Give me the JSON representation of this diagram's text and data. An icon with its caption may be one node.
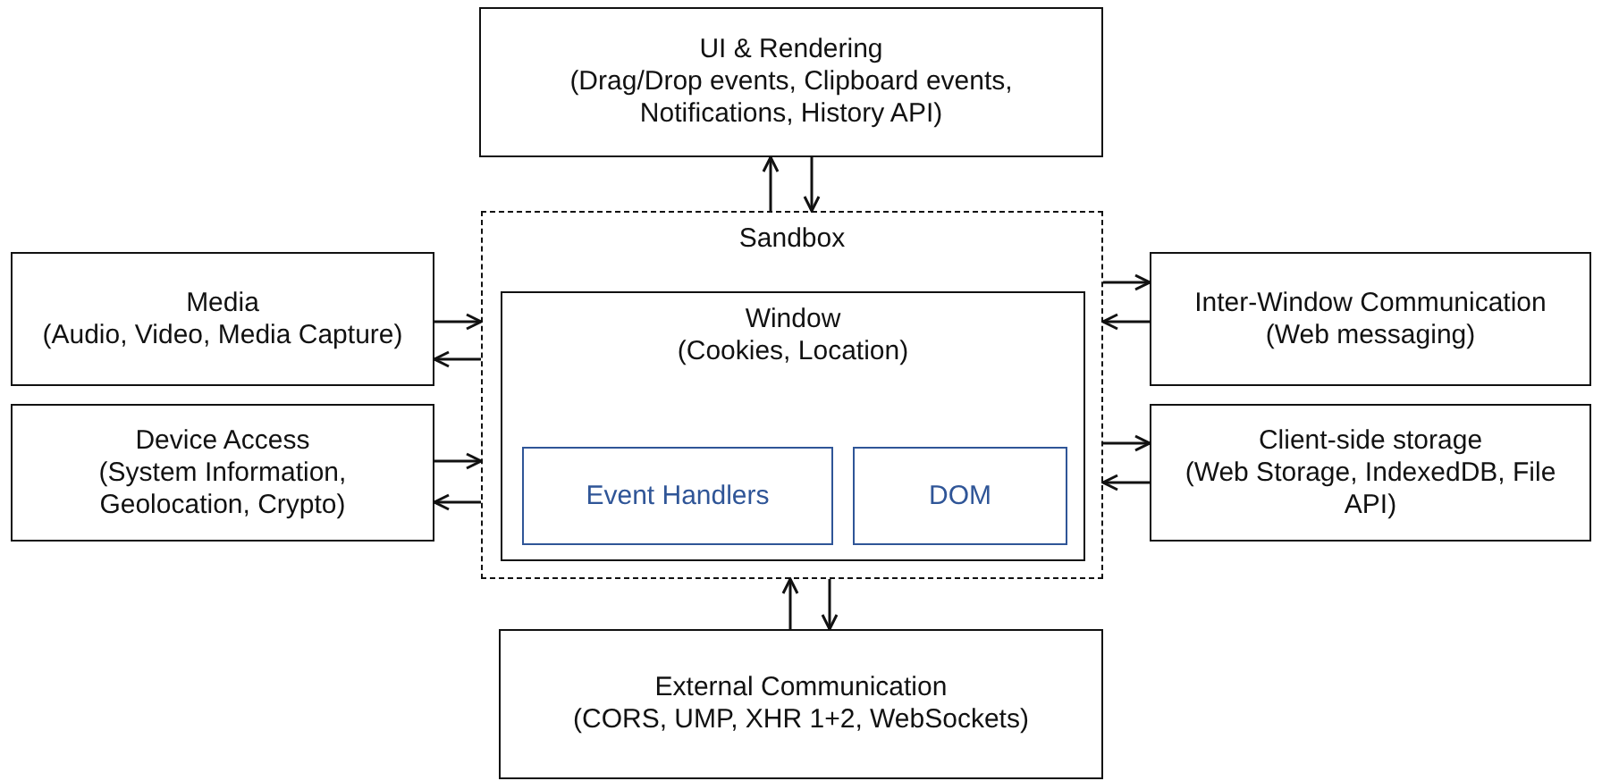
{
  "diagram": {
    "nodes": [
      {
        "text": [
          "UI & Rendering",
          "(Drag/Drop events, Clipboard events, Notifications, History API)"
        ]
      },
      {
        "text": [
          "Sandbox"
        ]
      },
      {
        "text": [
          "Window",
          "(Cookies, Location)"
        ],
        "in": 1
      },
      {
        "text": [
          "Event Handlers"
        ],
        "in": 2
      },
      {
        "text": [
          "DOM"
        ],
        "in": 2
      },
      {
        "text": [
          "Media",
          "(Audio, Video, Media Capture)"
        ]
      },
      {
        "text": [
          "Device Access",
          "(System Information, Geolocation, Crypto)"
        ]
      },
      {
        "text": [
          "Inter-Window Communication",
          "(Web messaging)"
        ]
      },
      {
        "text": [
          "Client-side storage",
          "(Web Storage, IndexedDB, File API)"
        ]
      },
      {
        "text": [
          "External Communication",
          "(CORS, UMP, XHR 1+2, WebSockets)"
        ]
      }
    ],
    "edges": [
      {
        "from": 1,
        "to": 0,
        "arrow": "to"
      },
      {
        "from": 0,
        "to": 1,
        "arrow": "to"
      },
      {
        "from": 5,
        "to": 1,
        "arrow": "to"
      },
      {
        "from": 1,
        "to": 5,
        "arrow": "to"
      },
      {
        "from": 6,
        "to": 1,
        "arrow": "to"
      },
      {
        "from": 1,
        "to": 6,
        "arrow": "to"
      },
      {
        "from": 1,
        "to": 7,
        "arrow": "to"
      },
      {
        "from": 7,
        "to": 1,
        "arrow": "to"
      },
      {
        "from": 1,
        "to": 8,
        "arrow": "to"
      },
      {
        "from": 8,
        "to": 1,
        "arrow": "to"
      },
      {
        "from": 9,
        "to": 1,
        "arrow": "to"
      },
      {
        "from": 1,
        "to": 9,
        "arrow": "to"
      }
    ]
  }
}
